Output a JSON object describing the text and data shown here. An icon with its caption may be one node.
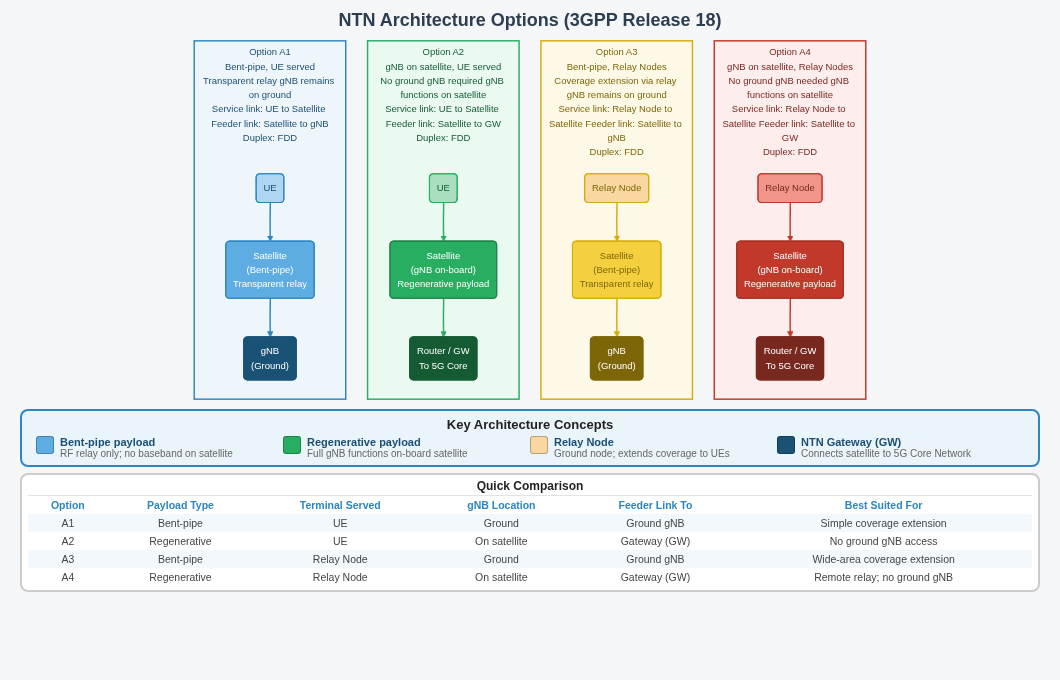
{
  "diagram": {
    "title": "NTN Architecture Options (3GPP Release 18)",
    "nodes": [
      {
        "text": [
          "Option A1",
          "Bent-pipe, UE served",
          "Transparent relay gNB remains on ground",
          "Service link: UE to Satellite Feeder link: Satellite to gNB",
          "Duplex: FDD"
        ]
      },
      {
        "text": [
          "UE"
        ],
        "in": 0
      },
      {
        "text": [
          "Satellite",
          "(Bent-pipe)",
          "Transparent relay"
        ],
        "in": 0
      },
      {
        "text": [
          "gNB",
          "(Ground)"
        ],
        "in": 0
      },
      {
        "text": [
          "Option A2",
          "gNB on satellite, UE served",
          "No ground gNB required gNB functions on satellite",
          "Service link: UE to Satellite Feeder link: Satellite to GW",
          "Duplex: FDD"
        ]
      },
      {
        "text": [
          "UE"
        ],
        "in": 4
      },
      {
        "text": [
          "Satellite",
          "(gNB on-board)",
          "Regenerative payload"
        ],
        "in": 4
      },
      {
        "text": [
          "Router / GW",
          "To 5G Core"
        ],
        "in": 4
      },
      {
        "text": [
          "Option A3",
          "Bent-pipe, Relay Nodes",
          "Coverage extension via relay gNB remains on ground",
          "Service link: Relay Node to Satellite Feeder link: Satellite to gNB",
          "Duplex: FDD"
        ]
      },
      {
        "text": [
          "Relay Node"
        ],
        "in": 8
      },
      {
        "text": [
          "Satellite",
          "(Bent-pipe)",
          "Transparent relay"
        ],
        "in": 8
      },
      {
        "text": [
          "gNB",
          "(Ground)"
        ],
        "in": 8
      },
      {
        "text": [
          "Option A4",
          "gNB on satellite, Relay Nodes",
          "No ground gNB needed gNB functions on satellite",
          "Service link: Relay Node to Satellite Feeder link: Satellite to GW",
          "Duplex: FDD"
        ]
      },
      {
        "text": [
          "Relay Node"
        ],
        "in": 12
      },
      {
        "text": [
          "Satellite",
          "(gNB on-board)",
          "Regenerative payload"
        ],
        "in": 12
      },
      {
        "text": [
          "Router / GW",
          "To 5G Core"
        ],
        "in": 12
      }
    ],
    "edges": [
      {
        "from": 1,
        "to": 2,
        "arrow": "to",
        "color": "#2e86c1"
      },
      {
        "from": 2,
        "to": 3,
        "arrow": "to",
        "color": "#2e86c1"
      },
      {
        "from": 5,
        "to": 6,
        "arrow": "to",
        "color": "#27ae60"
      },
      {
        "from": 6,
        "to": 7,
        "arrow": "to",
        "color": "#27ae60"
      },
      {
        "from": 9,
        "to": 10,
        "arrow": "to",
        "color": "#d4ac0d"
      },
      {
        "from": 10,
        "to": 11,
        "arrow": "to",
        "color": "#d4ac0d"
      },
      {
        "from": 13,
        "to": 14,
        "arrow": "to",
        "color": "#c0392b"
      },
      {
        "from": 14,
        "to": 15,
        "arrow": "to",
        "color": "#c0392b"
      }
    ],
    "labels": [
      "Key Architecture Concepts",
      "RF relay only; no baseband on satellite",
      "Full gNB functions on-board satellite",
      "Ground node; extends coverage to UEs",
      "Connects satellite to 5G Core Network",
      "Quick Comparison",
      "Option",
      "Payload Type",
      "Terminal Served",
      "gNB Location",
      "Feeder Link To",
      "Best Suited For",
      "A1",
      "Bent-pipe",
      "UE",
      "Ground",
      "Ground gNB",
      "Simple coverage extension",
      "A2",
      "Regenerative",
      "UE",
      "On satellite",
      "Gateway (GW)",
      "No ground gNB access",
      "A3",
      "Bent-pipe",
      "Relay Node",
      "Ground",
      "Ground gNB",
      "Wide-area coverage extension",
      "A4",
      "Regenerative",
      "Relay Node",
      "On satellite",
      "Gateway (GW)",
      "Remote relay; no ground gNB"
    ],
    "legend": [
      {
        "text": "Bent-pipe payload",
        "color": "#5dade2"
      },
      {
        "text": "Regenerative payload",
        "color": "#27ae60"
      },
      {
        "text": "Relay Node",
        "color": "#fad7a0"
      },
      {
        "text": "NTN Gateway (GW)",
        "color": "#1a5276"
      }
    ]
  }
}
